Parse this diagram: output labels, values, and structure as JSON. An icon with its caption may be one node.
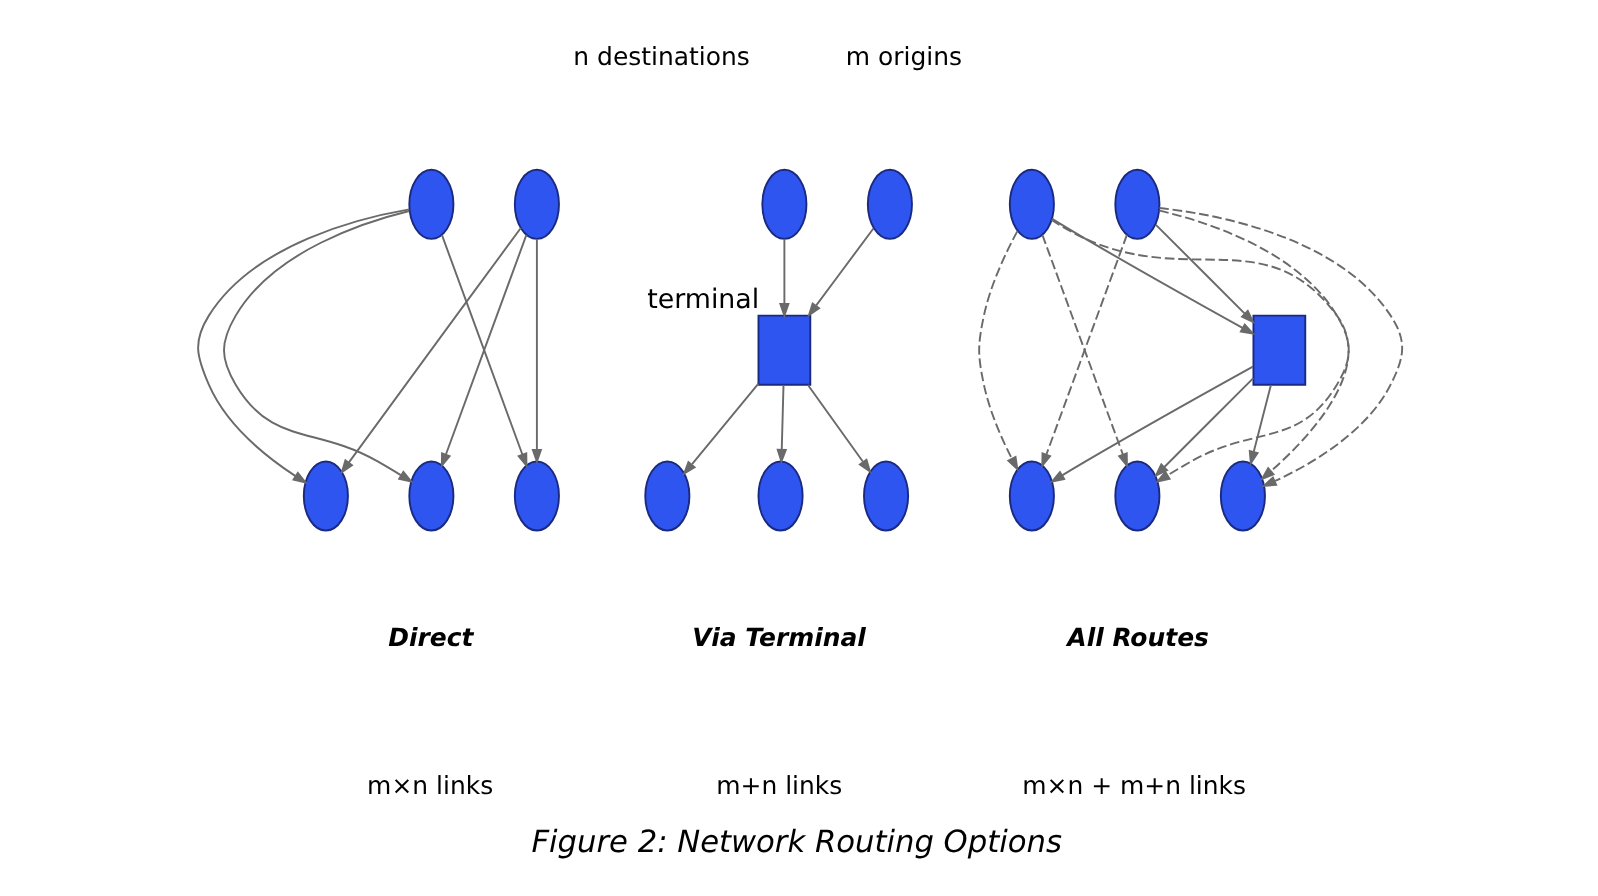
{
  "diagram": {
    "caption": "Figure 2: Network Routing Options",
    "nodes": [
      {
        "text": [],
        "shape": "ellipse"
      },
      {
        "text": [],
        "shape": "ellipse"
      },
      {
        "text": [],
        "shape": "ellipse"
      },
      {
        "text": [],
        "shape": "ellipse"
      },
      {
        "text": [],
        "shape": "ellipse"
      },
      {
        "text": [],
        "shape": "ellipse"
      },
      {
        "text": [],
        "shape": "ellipse"
      },
      {
        "text": [],
        "shape": "box",
        "beside": [
          "terminal"
        ]
      },
      {
        "text": [],
        "shape": "ellipse"
      },
      {
        "text": [],
        "shape": "ellipse"
      },
      {
        "text": [],
        "shape": "ellipse"
      },
      {
        "text": [],
        "shape": "ellipse"
      },
      {
        "text": [],
        "shape": "ellipse"
      },
      {
        "text": [],
        "shape": "box"
      },
      {
        "text": [],
        "shape": "ellipse"
      },
      {
        "text": [],
        "shape": "ellipse"
      },
      {
        "text": [],
        "shape": "ellipse"
      }
    ],
    "edges": [
      {
        "from": 0,
        "to": 2,
        "arrow": "to"
      },
      {
        "from": 0,
        "to": 3,
        "arrow": "to"
      },
      {
        "from": 0,
        "to": 4,
        "arrow": "to"
      },
      {
        "from": 1,
        "to": 2,
        "arrow": "to"
      },
      {
        "from": 1,
        "to": 3,
        "arrow": "to"
      },
      {
        "from": 1,
        "to": 4,
        "arrow": "to"
      },
      {
        "from": 5,
        "to": 7,
        "arrow": "to"
      },
      {
        "from": 6,
        "to": 7,
        "arrow": "to"
      },
      {
        "from": 7,
        "to": 8,
        "arrow": "to"
      },
      {
        "from": 7,
        "to": 9,
        "arrow": "to"
      },
      {
        "from": 7,
        "to": 10,
        "arrow": "to"
      },
      {
        "from": 11,
        "to": 13,
        "arrow": "to"
      },
      {
        "from": 12,
        "to": 13,
        "arrow": "to"
      },
      {
        "from": 13,
        "to": 14,
        "arrow": "to"
      },
      {
        "from": 13,
        "to": 15,
        "arrow": "to"
      },
      {
        "from": 13,
        "to": 16,
        "arrow": "to"
      },
      {
        "from": 11,
        "to": 14,
        "arrow": "to",
        "style": "dashed"
      },
      {
        "from": 11,
        "to": 15,
        "arrow": "to",
        "style": "dashed"
      },
      {
        "from": 11,
        "to": 16,
        "arrow": "to",
        "style": "dashed"
      },
      {
        "from": 12,
        "to": 14,
        "arrow": "to",
        "style": "dashed"
      },
      {
        "from": 12,
        "to": 15,
        "arrow": "to",
        "style": "dashed"
      },
      {
        "from": 12,
        "to": 16,
        "arrow": "to",
        "style": "dashed"
      }
    ],
    "labels": [
      "m origins",
      "n destinations",
      "Direct",
      "m×n links",
      "Via Terminal",
      "m+n links",
      "All Routes",
      "m×n + m+n links"
    ]
  }
}
